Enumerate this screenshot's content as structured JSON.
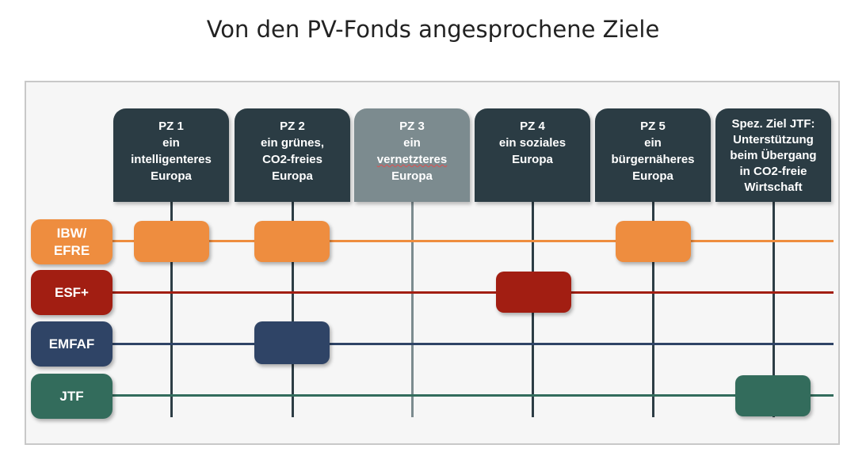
{
  "title": "Von den PV-Fonds angesprochene Ziele",
  "objectives": [
    {
      "lines": [
        "PZ 1",
        "ein",
        "intelligenteres",
        "Europa"
      ]
    },
    {
      "lines": [
        "PZ 2",
        "ein grünes,",
        "CO2-freies",
        "Europa"
      ]
    },
    {
      "lines": [
        "PZ 3",
        "ein",
        "vernetzteres",
        "Europa"
      ]
    },
    {
      "lines": [
        "PZ 4",
        "ein soziales",
        "Europa"
      ]
    },
    {
      "lines": [
        "PZ 5",
        "ein",
        "bürgernäheres",
        "Europa"
      ]
    },
    {
      "lines": [
        "Spez. Ziel JTF:",
        "Unterstützung",
        "beim Übergang",
        "in CO2-freie",
        "Wirtschaft"
      ]
    }
  ],
  "funds": [
    {
      "label": "IBW/\nEFRE",
      "color": "#ee8d3f",
      "covers": [
        "PZ 1",
        "PZ 2",
        "PZ 5"
      ]
    },
    {
      "label": "ESF+",
      "color": "#a21e12",
      "covers": [
        "PZ 4"
      ]
    },
    {
      "label": "EMFAF",
      "color": "#2f4466",
      "covers": [
        "PZ 2"
      ]
    },
    {
      "label": "JTF",
      "color": "#336c5c",
      "covers": [
        "Spez. Ziel JTF"
      ]
    }
  ],
  "colors": {
    "header": "#2b3c44",
    "header_muted": "#7c8b8f",
    "panel_bg": "#f6f6f6"
  }
}
